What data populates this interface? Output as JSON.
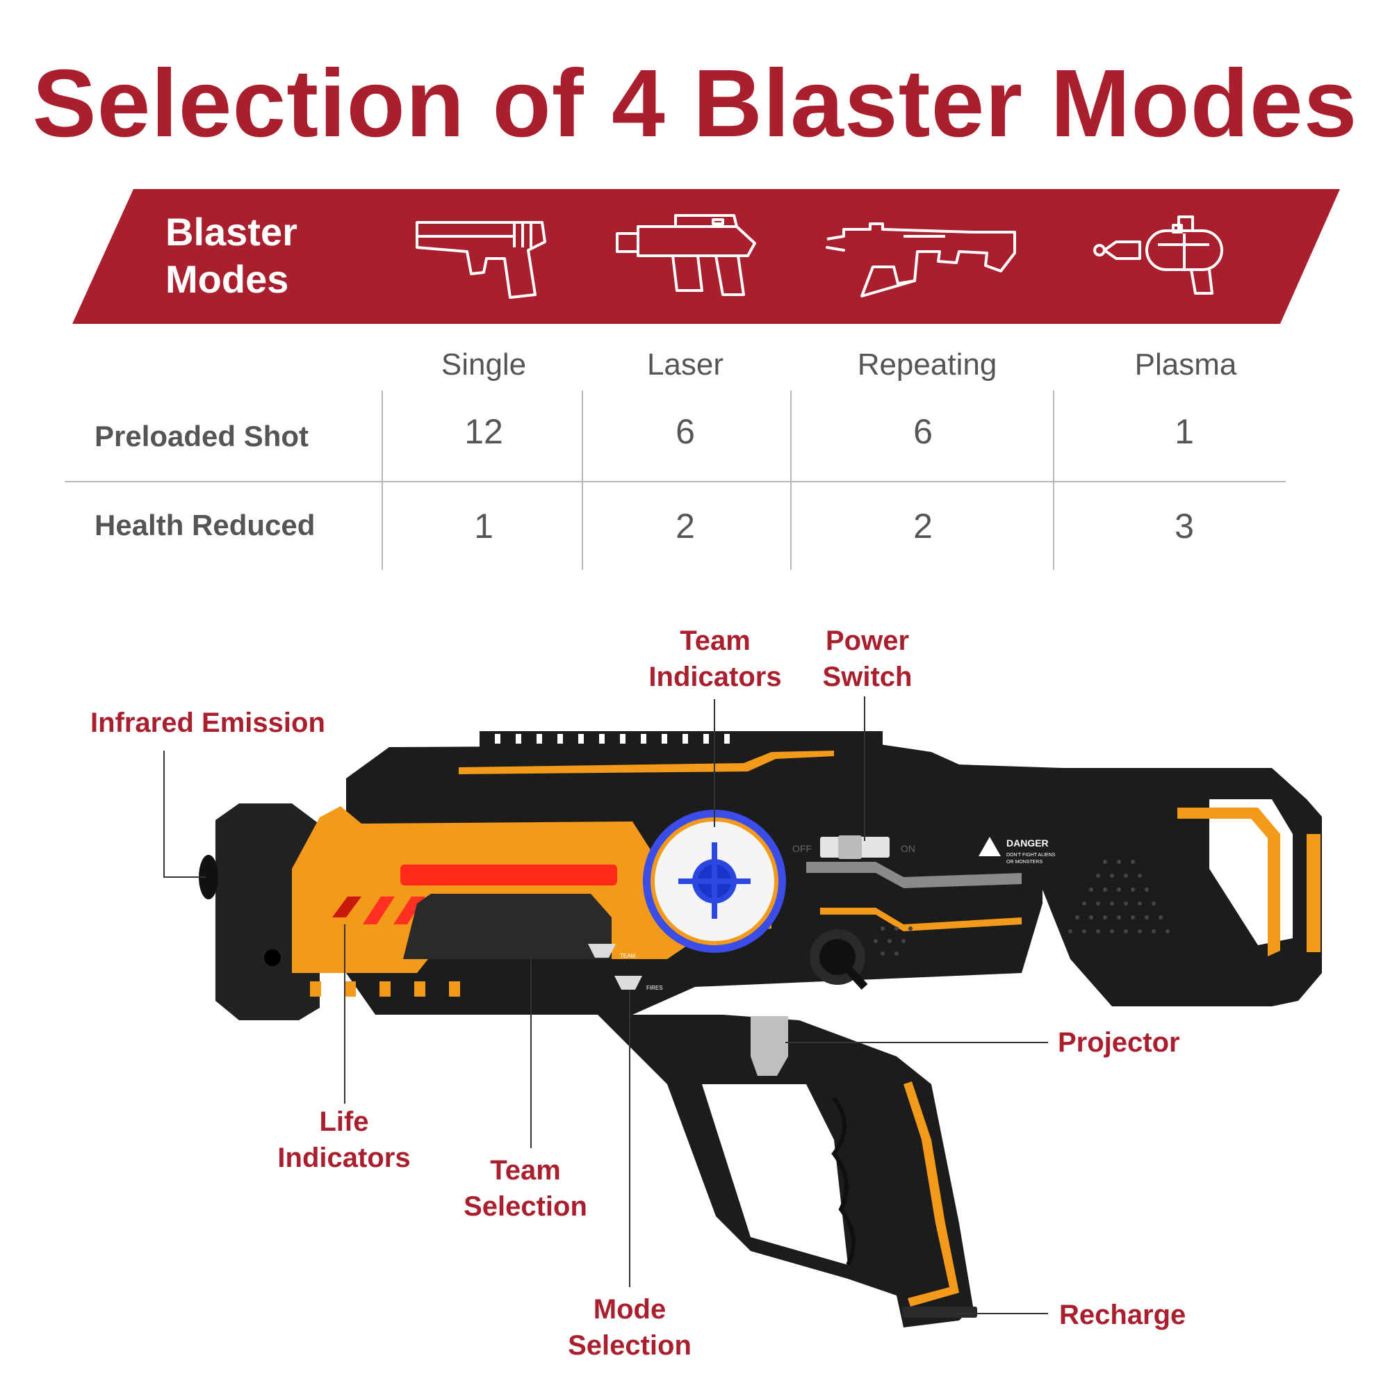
{
  "title": "Selection of 4 Blaster Modes",
  "banner": {
    "label_line1": "Blaster",
    "label_line2": "Modes"
  },
  "modes": [
    {
      "name": "Single",
      "icon": "pistol-icon",
      "preloaded_shot": "12",
      "health_reduced": "1"
    },
    {
      "name": "Laser",
      "icon": "laser-gun-icon",
      "preloaded_shot": "6",
      "health_reduced": "2"
    },
    {
      "name": "Repeating",
      "icon": "rifle-icon",
      "preloaded_shot": "6",
      "health_reduced": "2"
    },
    {
      "name": "Plasma",
      "icon": "ray-gun-icon",
      "preloaded_shot": "1",
      "health_reduced": "3"
    }
  ],
  "rows": {
    "preloaded_shot": "Preloaded Shot",
    "health_reduced": "Health Reduced"
  },
  "callouts": {
    "infrared": "Infrared Emission",
    "team_indicators_1": "Team",
    "team_indicators_2": "Indicators",
    "power_1": "Power",
    "power_2": "Switch",
    "life_1": "Life",
    "life_2": "Indicators",
    "team_sel_1": "Team",
    "team_sel_2": "Selection",
    "mode_1": "Mode",
    "mode_2": "Selection",
    "projector": "Projector",
    "recharge": "Recharge"
  },
  "device_text": {
    "off": "OFF",
    "on": "ON",
    "danger": "DANGER",
    "danger_sub1": "DON'T FIGHT ALIENS",
    "danger_sub2": "OR MONSTERS",
    "team": "TEAM",
    "fires": "FIRES"
  },
  "colors": {
    "brand_red": "#aa1f2e",
    "text_gray": "#555555",
    "body_black": "#1c1c1c",
    "accent_orange": "#f39a1a",
    "led_red": "#ff2a1a",
    "target_blue": "#2c46e0"
  }
}
